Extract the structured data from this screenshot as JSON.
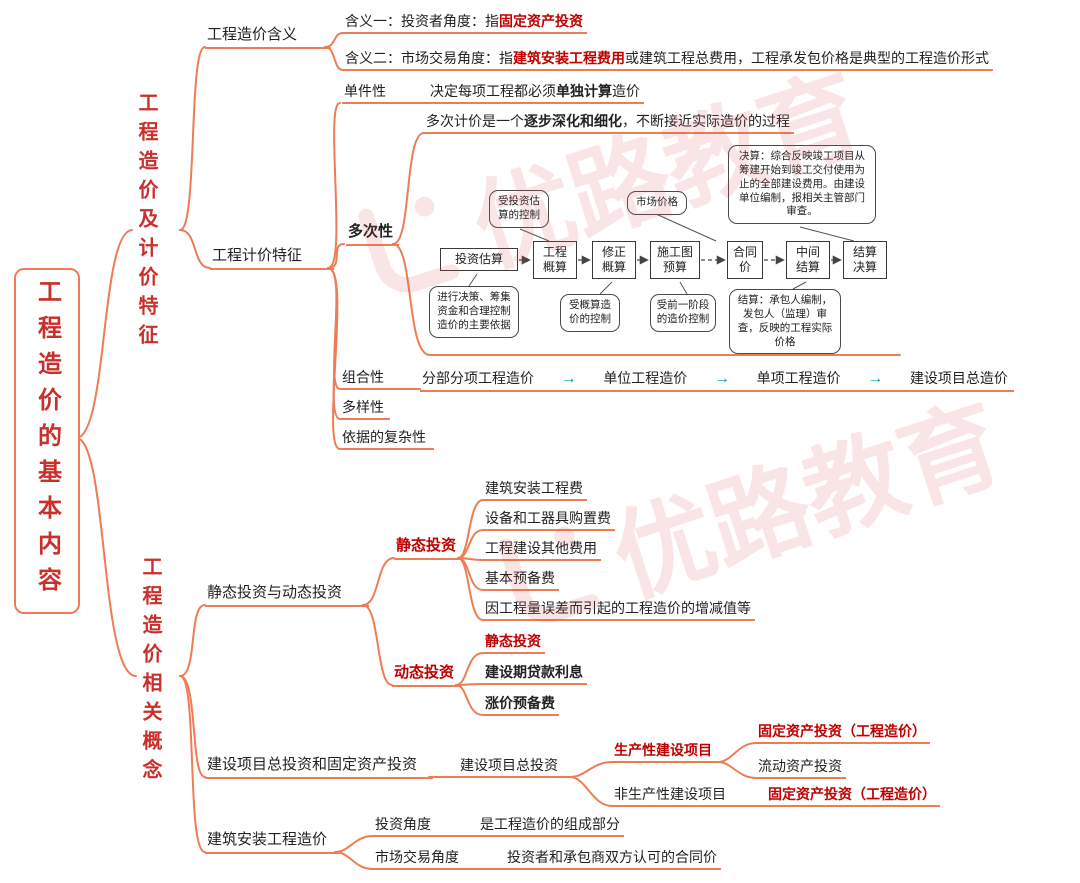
{
  "root": {
    "title": "工程造价的基本内容"
  },
  "b1": {
    "title": "工程造价及计价特征",
    "meaning": {
      "label": "工程造价含义",
      "item1": {
        "prefix": "含义一：投资者角度：指",
        "em": "固定资产投资"
      },
      "item2": {
        "prefix": "含义二：市场交易角度：指",
        "em": "建筑安装工程费用",
        "suffix": "或建筑工程总费用，工程承发包价格是典型的工程造价形式"
      }
    },
    "pricing": {
      "label": "工程计价特征",
      "single": {
        "label": "单件性",
        "desc_prefix": "决定每项工程都必须",
        "desc_em": "单独计算",
        "desc_suffix": "造价"
      },
      "multiple": {
        "label": "多次性",
        "desc_prefix": "多次计价是一个",
        "desc_em": "逐步深化和细化",
        "desc_suffix": "，不断接近实际造价的过程",
        "flow": [
          "投资估算",
          "工程概算",
          "修正概算",
          "施工图预算",
          "合同价",
          "中间结算",
          "结算决算"
        ],
        "callouts_top": [
          "受投资估算的控制",
          "市场价格",
          "决算：综合反映竣工项目从筹建开始到竣工交付使用为止的全部建设费用。由建设单位编制，报相关主管部门审查。"
        ],
        "callouts_bottom": [
          "进行决策、筹集资金和合理控制造价的主要依据",
          "受概算造价的控制",
          "受前一阶段的造价控制",
          "结算：承包人编制，发包人（监理）审查，反映的工程实际价格"
        ]
      },
      "combination": {
        "label": "组合性",
        "arrow": "→",
        "chain": [
          "分部分项工程造价",
          "单位工程造价",
          "单项工程造价",
          "建设项目总造价"
        ]
      },
      "diversity": {
        "label": "多样性"
      },
      "complexity": {
        "label": "依据的复杂性"
      }
    }
  },
  "b2": {
    "title": "工程造价相关概念",
    "sd": {
      "label": "静态投资与动态投资",
      "static": {
        "label": "静态投资",
        "items": [
          "建筑安装工程费",
          "设备和工器具购置费",
          "工程建设其他费用",
          "基本预备费",
          "因工程量误差而引起的工程造价的增减值等"
        ]
      },
      "dynamic": {
        "label": "动态投资",
        "items": [
          "静态投资",
          "建设期贷款利息",
          "涨价预备费"
        ]
      }
    },
    "ti": {
      "label": "建设项目总投资和固定资产投资",
      "total": "建设项目总投资",
      "productive": {
        "label": "生产性建设项目",
        "items": [
          "固定资产投资（工程造价）",
          "流动资产投资"
        ]
      },
      "nonproductive": {
        "label": "非生产性建设项目",
        "item": "固定资产投资（工程造价）"
      }
    },
    "cc": {
      "label": "建筑安装工程造价",
      "investment": {
        "label": "投资角度",
        "desc": "是工程造价的组成部分"
      },
      "market": {
        "label": "市场交易角度",
        "desc": "投资者和承包商双方认可的合同价"
      }
    }
  },
  "wm": {
    "text": "优路教育"
  },
  "colors": {
    "accent": "#ee7c55",
    "red": "#c00000",
    "teal": "#00a0b0",
    "title_red": "#c9302c"
  }
}
